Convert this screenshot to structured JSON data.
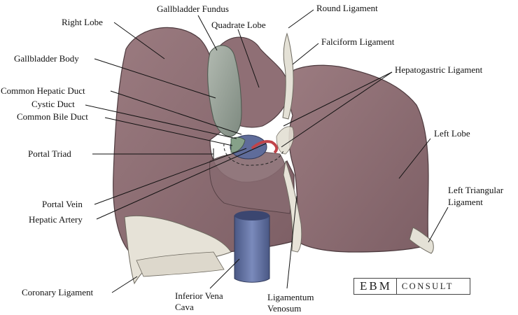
{
  "labels": {
    "right_lobe": "Right Lobe",
    "gallbladder_fundus": "Gallbladder Fundus",
    "round_ligament": "Round Ligament",
    "quadrate_lobe": "Quadrate Lobe",
    "falciform_ligament": "Falciform Ligament",
    "gallbladder_body": "Gallbladder Body",
    "hepatogastric_ligament": "Hepatogastric Ligament",
    "common_hepatic_duct": "Common Hepatic Duct",
    "cystic_duct": "Cystic Duct",
    "common_bile_duct": "Common Bile Duct",
    "left_lobe": "Left Lobe",
    "portal_triad": "Portal Triad",
    "left_triangular_ligament_1": "Left Triangular",
    "left_triangular_ligament_2": "Ligament",
    "portal_vein": "Portal Vein",
    "hepatic_artery": "Hepatic Artery",
    "coronary_ligament": "Coronary Ligament",
    "inferior_vena_cava_1": "Inferior Vena",
    "inferior_vena_cava_2": "Cava",
    "ligamentum_venosum_1": "Ligamentum",
    "ligamentum_venosum_2": "Venosum"
  },
  "logo": {
    "left": "EBM",
    "right": "CONSULT"
  },
  "colors": {
    "liver": "#8e6e74",
    "liver_dark": "#6f5258",
    "gallbladder": "#9aa49b",
    "ligament": "#e4e1d6",
    "ivc": "#5b6b9a",
    "artery": "#c0444a",
    "duct": "#7f9b83"
  }
}
